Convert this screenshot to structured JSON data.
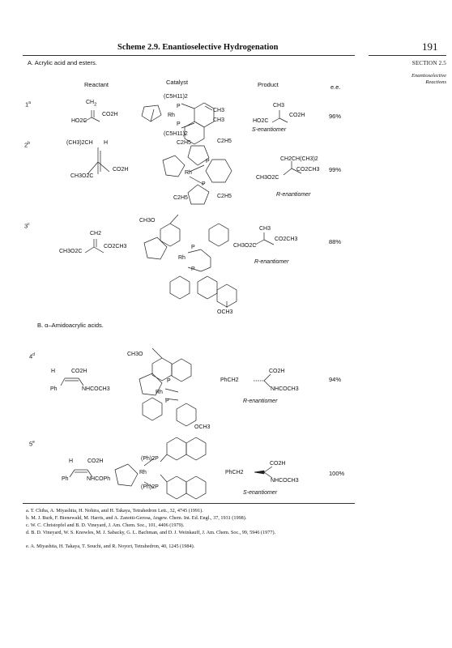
{
  "header": {
    "title": "Scheme 2.9. Enantioselective Hydrogenation",
    "page_number": "191"
  },
  "sidebar": {
    "section": "SECTION 2.5",
    "subtitle_line1": "Enantioselective",
    "subtitle_line2": "Reactions"
  },
  "section_a": {
    "title": "A. Acrylic acid and esters."
  },
  "section_b": {
    "title": "B. α–Amidoacrylic acids."
  },
  "columns": {
    "reactant": "Reactant",
    "catalyst": "Catalyst",
    "product": "Product",
    "ee": "e.e."
  },
  "entries": [
    {
      "num": "1",
      "sup": "a",
      "ee": "96%",
      "label": "S-enantiomer"
    },
    {
      "num": "2",
      "sup": "b",
      "ee": "99%",
      "label": "R-enantiomer"
    },
    {
      "num": "3",
      "sup": "c",
      "ee": "88%",
      "label": "R-enantiomer"
    },
    {
      "num": "4",
      "sup": "d",
      "ee": "94%",
      "label": "R-enantiomer"
    },
    {
      "num": "5",
      "sup": "e",
      "ee": "100%",
      "label": "S-enantiomer"
    }
  ],
  "chem": {
    "ch2": "CH2",
    "co2h": "CO2H",
    "ho2c": "HO2C",
    "ch3": "CH3",
    "rh": "Rh",
    "p": "P",
    "c5h11": "(C5H11)2",
    "ch3ch2": "(CH3)2CH",
    "h": "H",
    "ch3o2c": "CH3O2C",
    "c2h5": "C2H5",
    "ch2chch3": "CH2CH(CH3)2",
    "co2ch3": "CO2CH3",
    "ch3o": "CH3O",
    "och3": "OCH3",
    "ph": "Ph",
    "nhcoch3": "NHCOCH3",
    "phch2": "PhCH2",
    "nhcoph": "NHCOPh",
    "ph2p": "(Ph)2P"
  },
  "footnotes": [
    {
      "letter": "a.",
      "text": "T. Chiba, A. Miyashita, H. Nohira, and H. Takaya, Tetrahedron Lett., 32, 4745 (1991)."
    },
    {
      "letter": "b.",
      "text": "M. J. Burk, F. Bienewald, M. Harris, and A. Zanotti-Gerosa, Angew. Chem. Int. Ed. Engl., 37, 1931 (1998)."
    },
    {
      "letter": "c.",
      "text": "W. C. Christopfel and B. D. Vineyard, J. Am. Chem. Soc., 101, 4406 (1979)."
    },
    {
      "letter": "d.",
      "text": "B. D. Vineyard, W. S. Knowles, M. J. Sabacky, G. L. Bachman, and D. J. Weinkauff, J. Am. Chem. Soc., 99, 5946 (1977)."
    },
    {
      "letter": "e.",
      "text": "A. Miyashita, H. Takaya, T. Souchi, and R. Noyori, Tetrahedron, 40, 1245 (1984)."
    }
  ]
}
